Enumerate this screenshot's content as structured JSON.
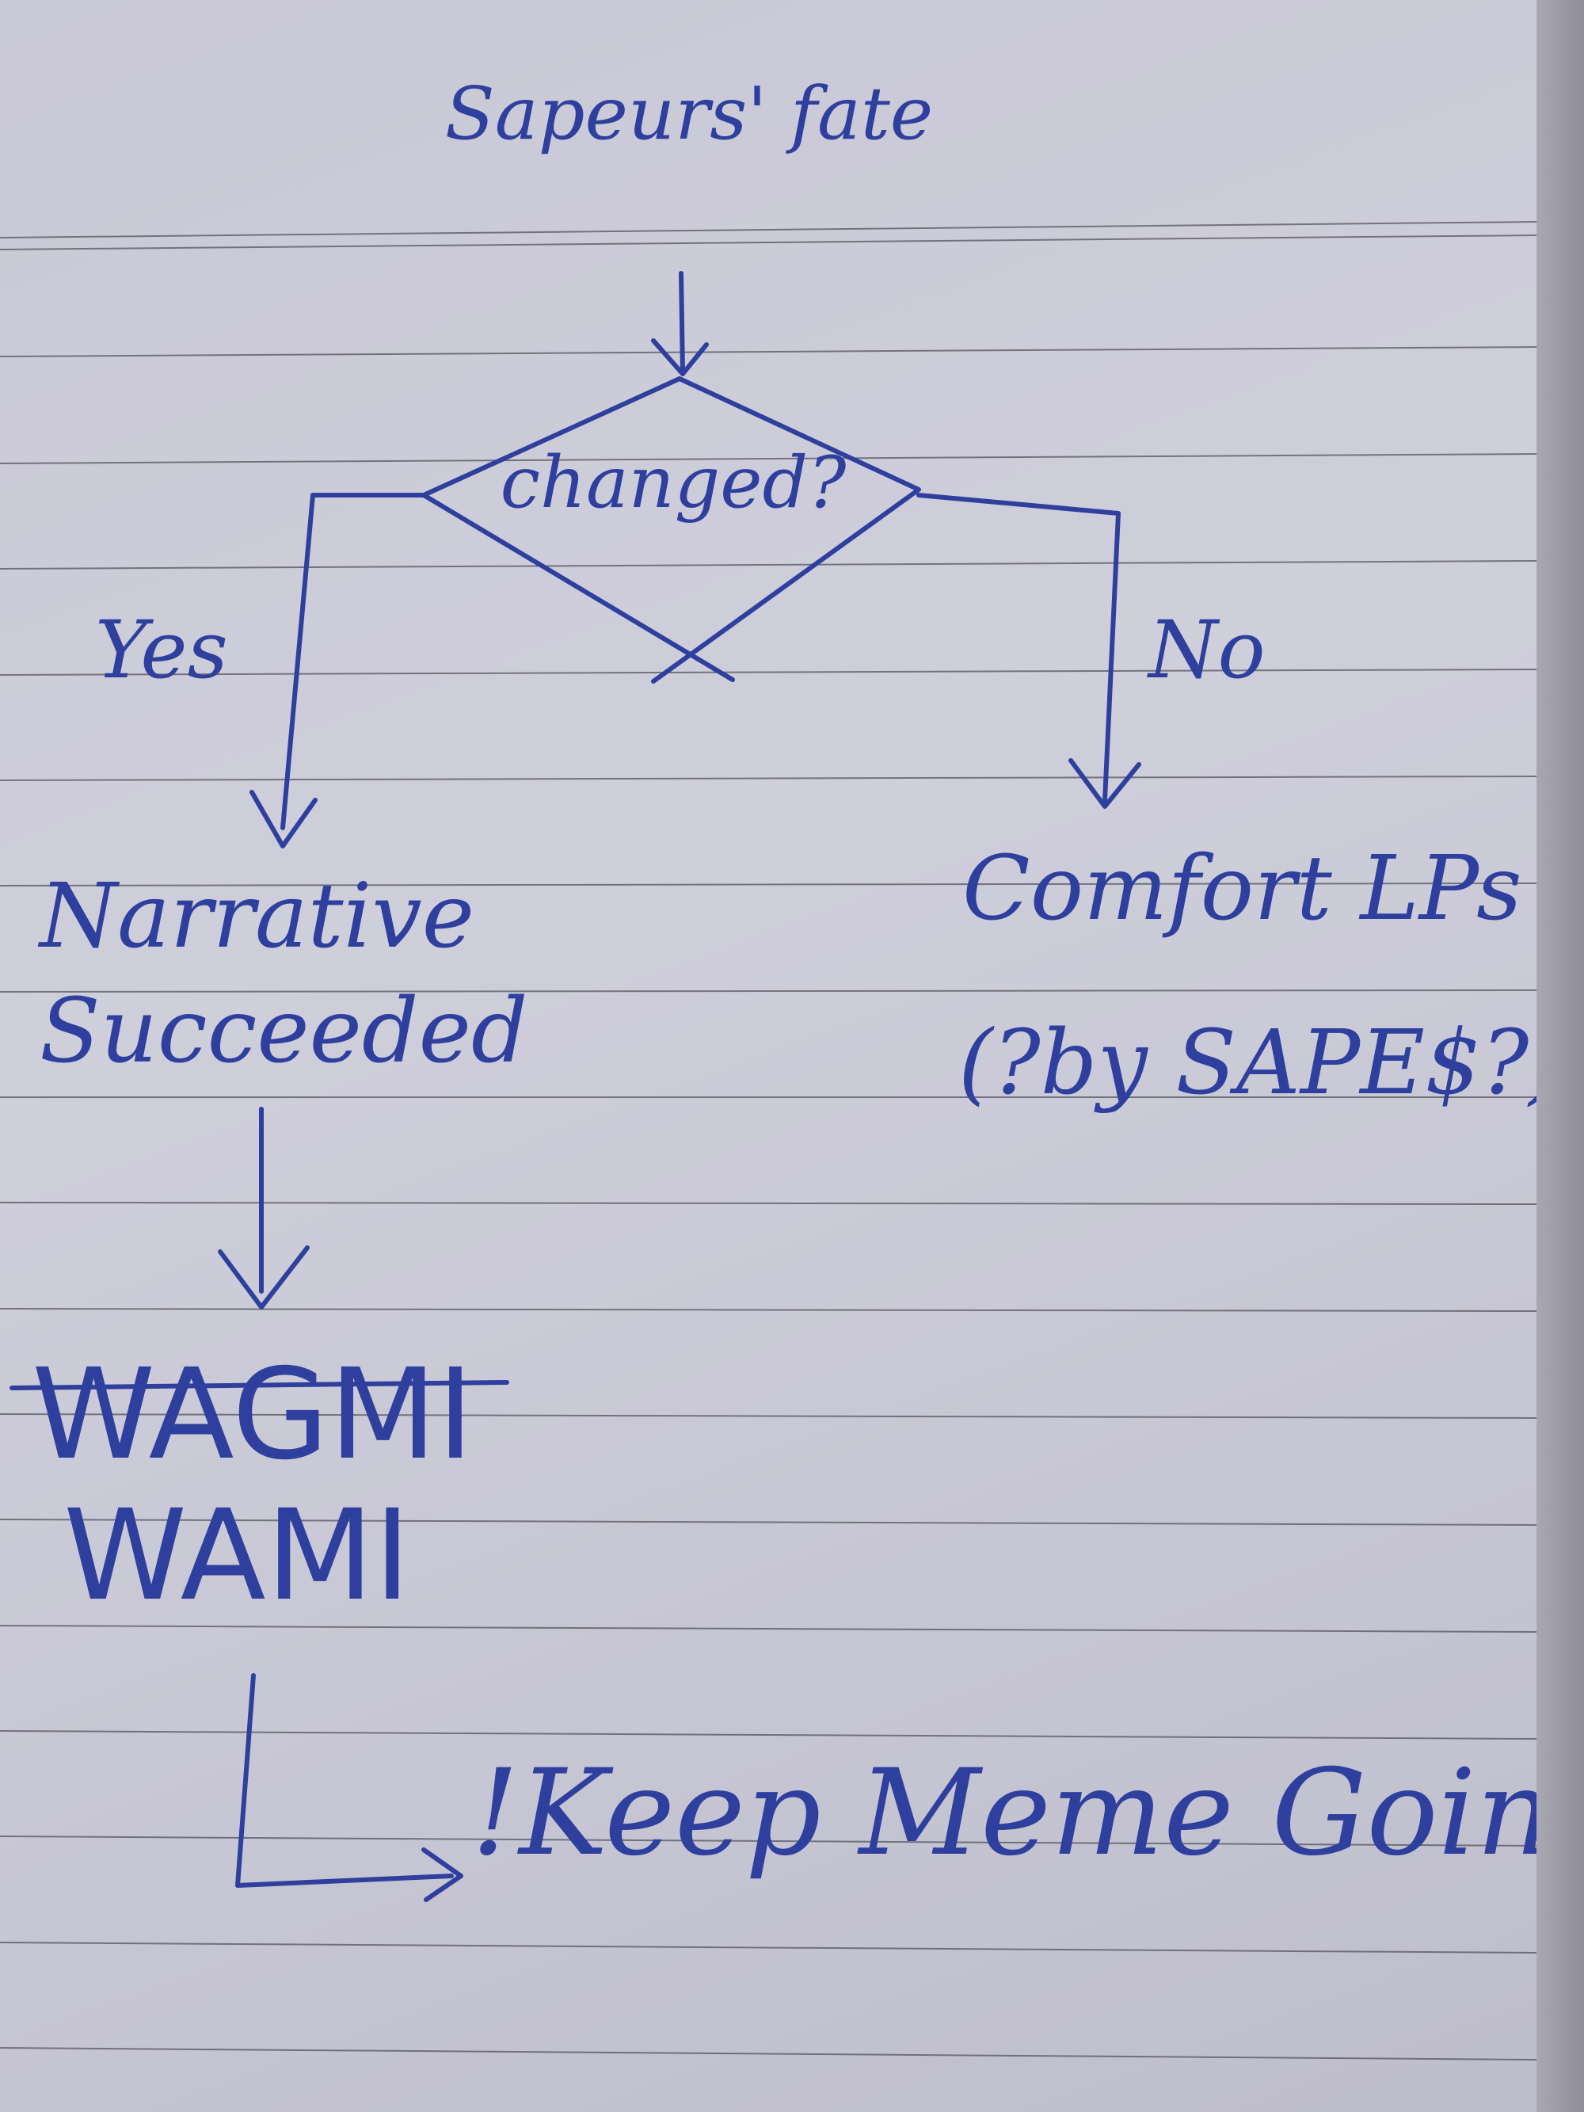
{
  "diagram": {
    "start": "Sapeurs' fate",
    "decision": "changed?",
    "branch_yes": "Yes",
    "branch_no": "No",
    "yes_result": [
      "Narrative",
      "Succeeded"
    ],
    "yes_outcome_struck": "WAGMI",
    "yes_outcome": "WAMI",
    "no_result": [
      "Comfort LPs",
      "(?by SAPE$?)"
    ],
    "final": "!Keep Meme Going!"
  },
  "colors": {
    "ink": "#2f3f9e",
    "paper": "#cfcedb",
    "rule": "#55555f"
  }
}
